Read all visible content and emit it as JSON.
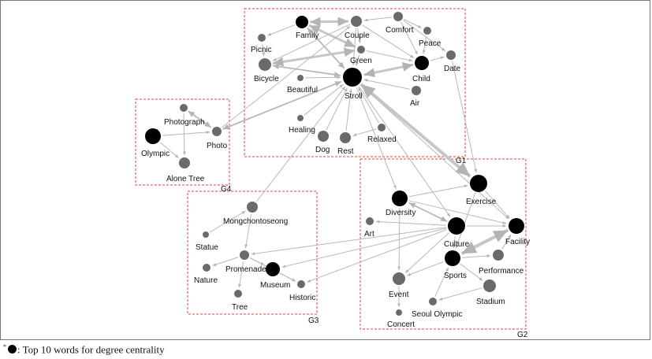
{
  "footnote": {
    "marker": "*",
    "text": ": Top 10 words for degree centrality"
  },
  "groups": [
    {
      "id": "G1",
      "label": "G1"
    },
    {
      "id": "G2",
      "label": "G2"
    },
    {
      "id": "G3",
      "label": "G3"
    },
    {
      "id": "G4",
      "label": "G4"
    }
  ],
  "nodes": [
    {
      "id": "family",
      "label": "Family",
      "group": "G1",
      "top10": true
    },
    {
      "id": "couple",
      "label": "Couple",
      "group": "G1",
      "top10": false
    },
    {
      "id": "comfort",
      "label": "Comfort",
      "group": "G1",
      "top10": false
    },
    {
      "id": "peace",
      "label": "Peace",
      "group": "G1",
      "top10": false
    },
    {
      "id": "picnic",
      "label": "Picnic",
      "group": "G1",
      "top10": false
    },
    {
      "id": "green",
      "label": "Green",
      "group": "G1",
      "top10": false
    },
    {
      "id": "date",
      "label": "Date",
      "group": "G1",
      "top10": false
    },
    {
      "id": "bicycle",
      "label": "Bicycle",
      "group": "G1",
      "top10": false
    },
    {
      "id": "child",
      "label": "Child",
      "group": "G1",
      "top10": true
    },
    {
      "id": "beautiful",
      "label": "Beautiful",
      "group": "G1",
      "top10": false
    },
    {
      "id": "stroll",
      "label": "Stroll",
      "group": "G1",
      "top10": true
    },
    {
      "id": "air",
      "label": "Air",
      "group": "G1",
      "top10": false
    },
    {
      "id": "healing",
      "label": "Healing",
      "group": "G1",
      "top10": false
    },
    {
      "id": "dog",
      "label": "Dog",
      "group": "G1",
      "top10": false
    },
    {
      "id": "rest",
      "label": "Rest",
      "group": "G1",
      "top10": false
    },
    {
      "id": "relaxed",
      "label": "Relaxed",
      "group": "G1",
      "top10": false
    },
    {
      "id": "photograph",
      "label": "Photograph",
      "group": "G4",
      "top10": false
    },
    {
      "id": "olympic",
      "label": "Olympic",
      "group": "G4",
      "top10": true
    },
    {
      "id": "photo",
      "label": "Photo",
      "group": "G4",
      "top10": false
    },
    {
      "id": "alonetree",
      "label": "Alone Tree",
      "group": "G4",
      "top10": false
    },
    {
      "id": "mongchon",
      "label": "Mongchontoseong",
      "group": "G3",
      "top10": false
    },
    {
      "id": "statue",
      "label": "Statue",
      "group": "G3",
      "top10": false
    },
    {
      "id": "nature",
      "label": "Nature",
      "group": "G3",
      "top10": false
    },
    {
      "id": "promenade",
      "label": "Promenade",
      "group": "G3",
      "top10": false
    },
    {
      "id": "museum",
      "label": "Museum",
      "group": "G3",
      "top10": true
    },
    {
      "id": "historic",
      "label": "Historic",
      "group": "G3",
      "top10": false
    },
    {
      "id": "tree",
      "label": "Tree",
      "group": "G3",
      "top10": false
    },
    {
      "id": "exercise",
      "label": "Exercise",
      "group": "G2",
      "top10": true
    },
    {
      "id": "diversity",
      "label": "Diversity",
      "group": "G2",
      "top10": true
    },
    {
      "id": "art",
      "label": "Art",
      "group": "G2",
      "top10": false
    },
    {
      "id": "culture",
      "label": "Culture",
      "group": "G2",
      "top10": true
    },
    {
      "id": "facility",
      "label": "Facility",
      "group": "G2",
      "top10": true
    },
    {
      "id": "sports",
      "label": "Sports",
      "group": "G2",
      "top10": true
    },
    {
      "id": "performance",
      "label": "Performance",
      "group": "G2",
      "top10": false
    },
    {
      "id": "event",
      "label": "Event",
      "group": "G2",
      "top10": false
    },
    {
      "id": "stadium",
      "label": "Stadium",
      "group": "G2",
      "top10": false
    },
    {
      "id": "seoulolympic",
      "label": "Seoul Olympic",
      "group": "G2",
      "top10": false
    },
    {
      "id": "concert",
      "label": "Concert",
      "group": "G2",
      "top10": false
    }
  ],
  "edges": [
    [
      "family",
      "couple",
      3
    ],
    [
      "family",
      "green",
      3
    ],
    [
      "family",
      "stroll",
      2
    ],
    [
      "family",
      "picnic",
      1
    ],
    [
      "couple",
      "stroll",
      1
    ],
    [
      "couple",
      "green",
      1
    ],
    [
      "couple",
      "child",
      1
    ],
    [
      "couple",
      "bicycle",
      1
    ],
    [
      "comfort",
      "peace",
      1
    ],
    [
      "comfort",
      "date",
      1
    ],
    [
      "comfort",
      "couple",
      1
    ],
    [
      "comfort",
      "child",
      1
    ],
    [
      "peace",
      "child",
      1
    ],
    [
      "green",
      "stroll",
      1
    ],
    [
      "green",
      "child",
      1
    ],
    [
      "bicycle",
      "stroll",
      2
    ],
    [
      "bicycle",
      "green",
      3
    ],
    [
      "picnic",
      "bicycle",
      1
    ],
    [
      "child",
      "stroll",
      3
    ],
    [
      "child",
      "date",
      1
    ],
    [
      "date",
      "exercise",
      1
    ],
    [
      "beautiful",
      "stroll",
      1
    ],
    [
      "air",
      "stroll",
      1
    ],
    [
      "healing",
      "stroll",
      1
    ],
    [
      "dog",
      "stroll",
      1
    ],
    [
      "rest",
      "stroll",
      1
    ],
    [
      "relaxed",
      "stroll",
      1
    ],
    [
      "relaxed",
      "rest",
      1
    ],
    [
      "stroll",
      "exercise",
      4
    ],
    [
      "stroll",
      "facility",
      1
    ],
    [
      "stroll",
      "culture",
      1
    ],
    [
      "stroll",
      "diversity",
      1
    ],
    [
      "photo",
      "stroll",
      2
    ],
    [
      "photo",
      "couple",
      1
    ],
    [
      "photograph",
      "photo",
      2
    ],
    [
      "photograph",
      "alonetree",
      1
    ],
    [
      "olympic",
      "photo",
      1
    ],
    [
      "olympic",
      "alonetree",
      1
    ],
    [
      "mongchon",
      "stroll",
      1
    ],
    [
      "mongchon",
      "promenade",
      1
    ],
    [
      "statue",
      "mongchon",
      1
    ],
    [
      "promenade",
      "nature",
      1
    ],
    [
      "promenade",
      "tree",
      1
    ],
    [
      "promenade",
      "museum",
      1
    ],
    [
      "museum",
      "historic",
      1
    ],
    [
      "promenade",
      "historic",
      1
    ],
    [
      "culture",
      "promenade",
      1
    ],
    [
      "culture",
      "museum",
      1
    ],
    [
      "culture",
      "historic",
      1
    ],
    [
      "culture",
      "art",
      1
    ],
    [
      "culture",
      "diversity",
      2
    ],
    [
      "culture",
      "sports",
      1
    ],
    [
      "culture",
      "facility",
      1
    ],
    [
      "culture",
      "event",
      1
    ],
    [
      "diversity",
      "exercise",
      1
    ],
    [
      "diversity",
      "facility",
      1
    ],
    [
      "diversity",
      "event",
      1
    ],
    [
      "exercise",
      "facility",
      1
    ],
    [
      "exercise",
      "sports",
      1
    ],
    [
      "facility",
      "sports",
      4
    ],
    [
      "sports",
      "performance",
      1
    ],
    [
      "sports",
      "stadium",
      1
    ],
    [
      "sports",
      "event",
      1
    ],
    [
      "stadium",
      "seoulolympic",
      1
    ],
    [
      "event",
      "concert",
      1
    ],
    [
      "performance",
      "facility",
      1
    ],
    [
      "seoulolympic",
      "sports",
      1
    ]
  ]
}
